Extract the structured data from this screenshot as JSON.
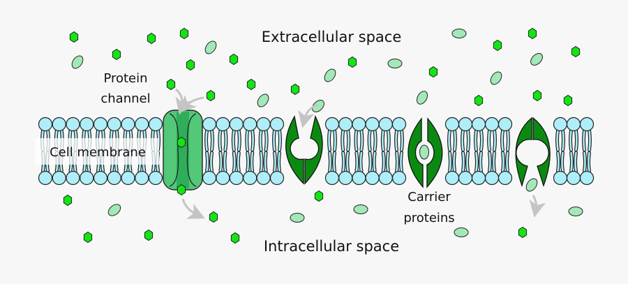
{
  "labels": {
    "extracellular": "Extracellular space",
    "intracellular": "Intracellular space",
    "protein_channel_line1": "Protein",
    "protein_channel_line2": "channel",
    "cell_membrane": "Cell membrane",
    "carrier_line1": "Carrier",
    "carrier_line2": "proteins"
  },
  "colors": {
    "background": "#f7f7f7",
    "lipid_head": "#aeeef8",
    "channel": "#52c878",
    "channel_core": "#2fae5a",
    "carrier": "#0b8a12",
    "molecule_hex": "#12e612",
    "molecule_oval": "#a2e8b8",
    "arrow": "#c4c4c4"
  }
}
